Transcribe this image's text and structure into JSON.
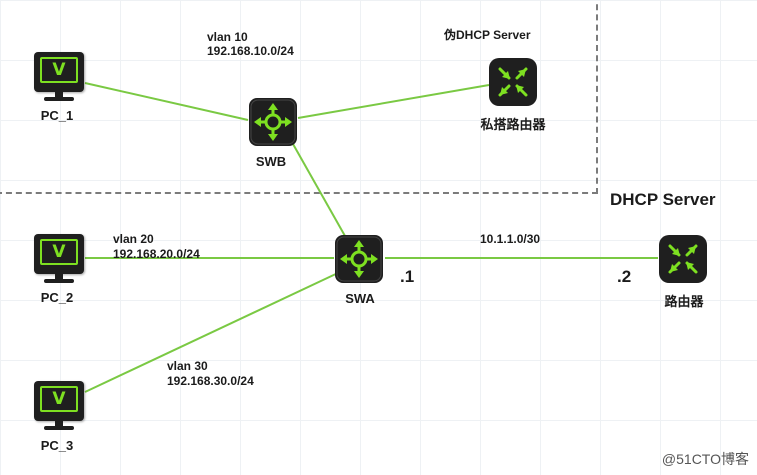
{
  "colors": {
    "link": "#7ac943",
    "accent": "#7ee021",
    "device": "#1f1f1f"
  },
  "devices": {
    "pc1": {
      "label": "PC_1",
      "icon": "monitor-icon"
    },
    "pc2": {
      "label": "PC_2",
      "icon": "monitor-icon"
    },
    "pc3": {
      "label": "PC_3",
      "icon": "monitor-icon"
    },
    "swb": {
      "label": "SWB",
      "icon": "layer3-switch-icon"
    },
    "swa": {
      "label": "SWA",
      "icon": "layer3-switch-icon"
    },
    "rogue_router": {
      "label": "私搭路由器",
      "icon": "router-icon"
    },
    "router": {
      "label": "路由器",
      "icon": "router-icon"
    }
  },
  "annotations": {
    "vlan10_name": "vlan 10",
    "vlan10_subnet": "192.168.10.0/24",
    "vlan20_name": "vlan 20",
    "vlan20_subnet": "192.168.20.0/24",
    "vlan30_name": "vlan 30",
    "vlan30_subnet": "192.168.30.0/24",
    "rogue_dhcp": "伪DHCP Server",
    "dhcp_server": "DHCP Server",
    "wan_subnet": "10.1.1.0/30",
    "swa_ip": ".1",
    "router_ip": ".2"
  },
  "pc_glyph": "V",
  "watermark": "@51CTO博客"
}
